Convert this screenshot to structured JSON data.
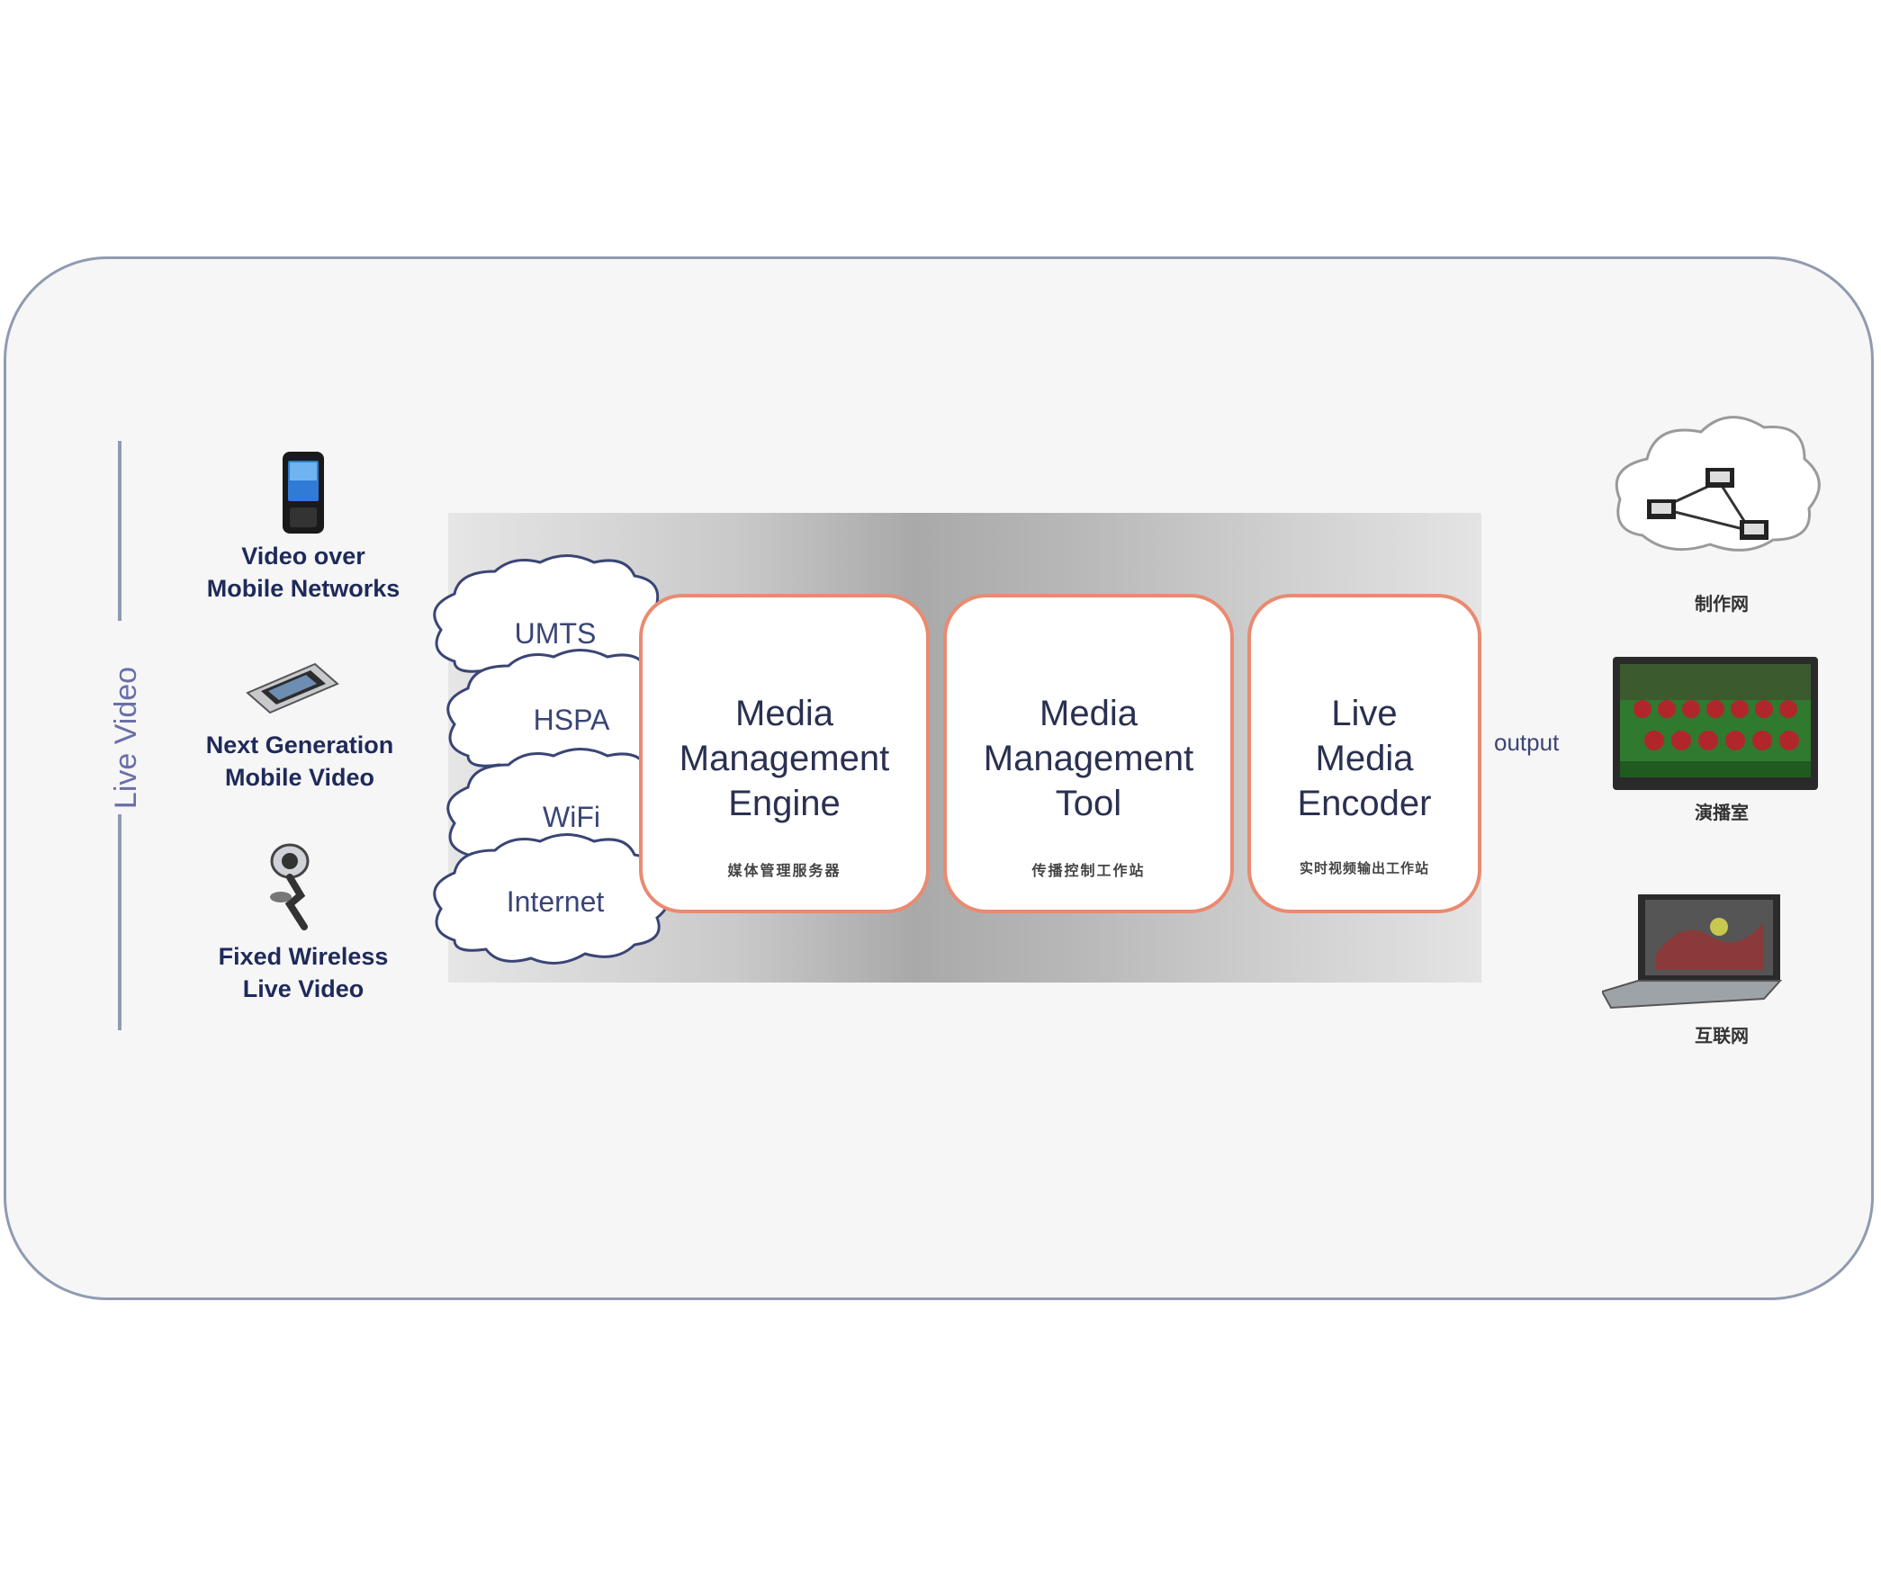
{
  "side_label": "Live Video",
  "sources": [
    {
      "line1": "Video over",
      "line2": "Mobile Networks",
      "icon": "mobile-phone-icon"
    },
    {
      "line1": "Next Generation",
      "line2": "Mobile Video",
      "icon": "handheld-device-icon"
    },
    {
      "line1": "Fixed Wireless",
      "line2": "Live Video",
      "icon": "webcam-icon"
    }
  ],
  "networks": [
    "UMTS",
    "HSPA",
    "WiFi",
    "Internet"
  ],
  "boxes": [
    {
      "line1": "Media",
      "line2": "Management",
      "line3": "Engine",
      "sub": "媒体管理服务器"
    },
    {
      "line1": "Media",
      "line2": "Management",
      "line3": "Tool",
      "sub": "传播控制工作站"
    },
    {
      "line1": "Live",
      "line2": "Media",
      "line3": "Encoder",
      "sub": "实时视频输出工作站"
    }
  ],
  "output_label": "output",
  "outputs": [
    {
      "label": "制作网",
      "icon": "network-cloud-icon"
    },
    {
      "label": "演播室",
      "icon": "tv-screen-icon"
    },
    {
      "label": "互联网",
      "icon": "laptop-icon"
    }
  ],
  "colors": {
    "frame_border": "#8f9bb0",
    "box_border": "#ea8a70",
    "text_dark": "#1f2a5a"
  }
}
